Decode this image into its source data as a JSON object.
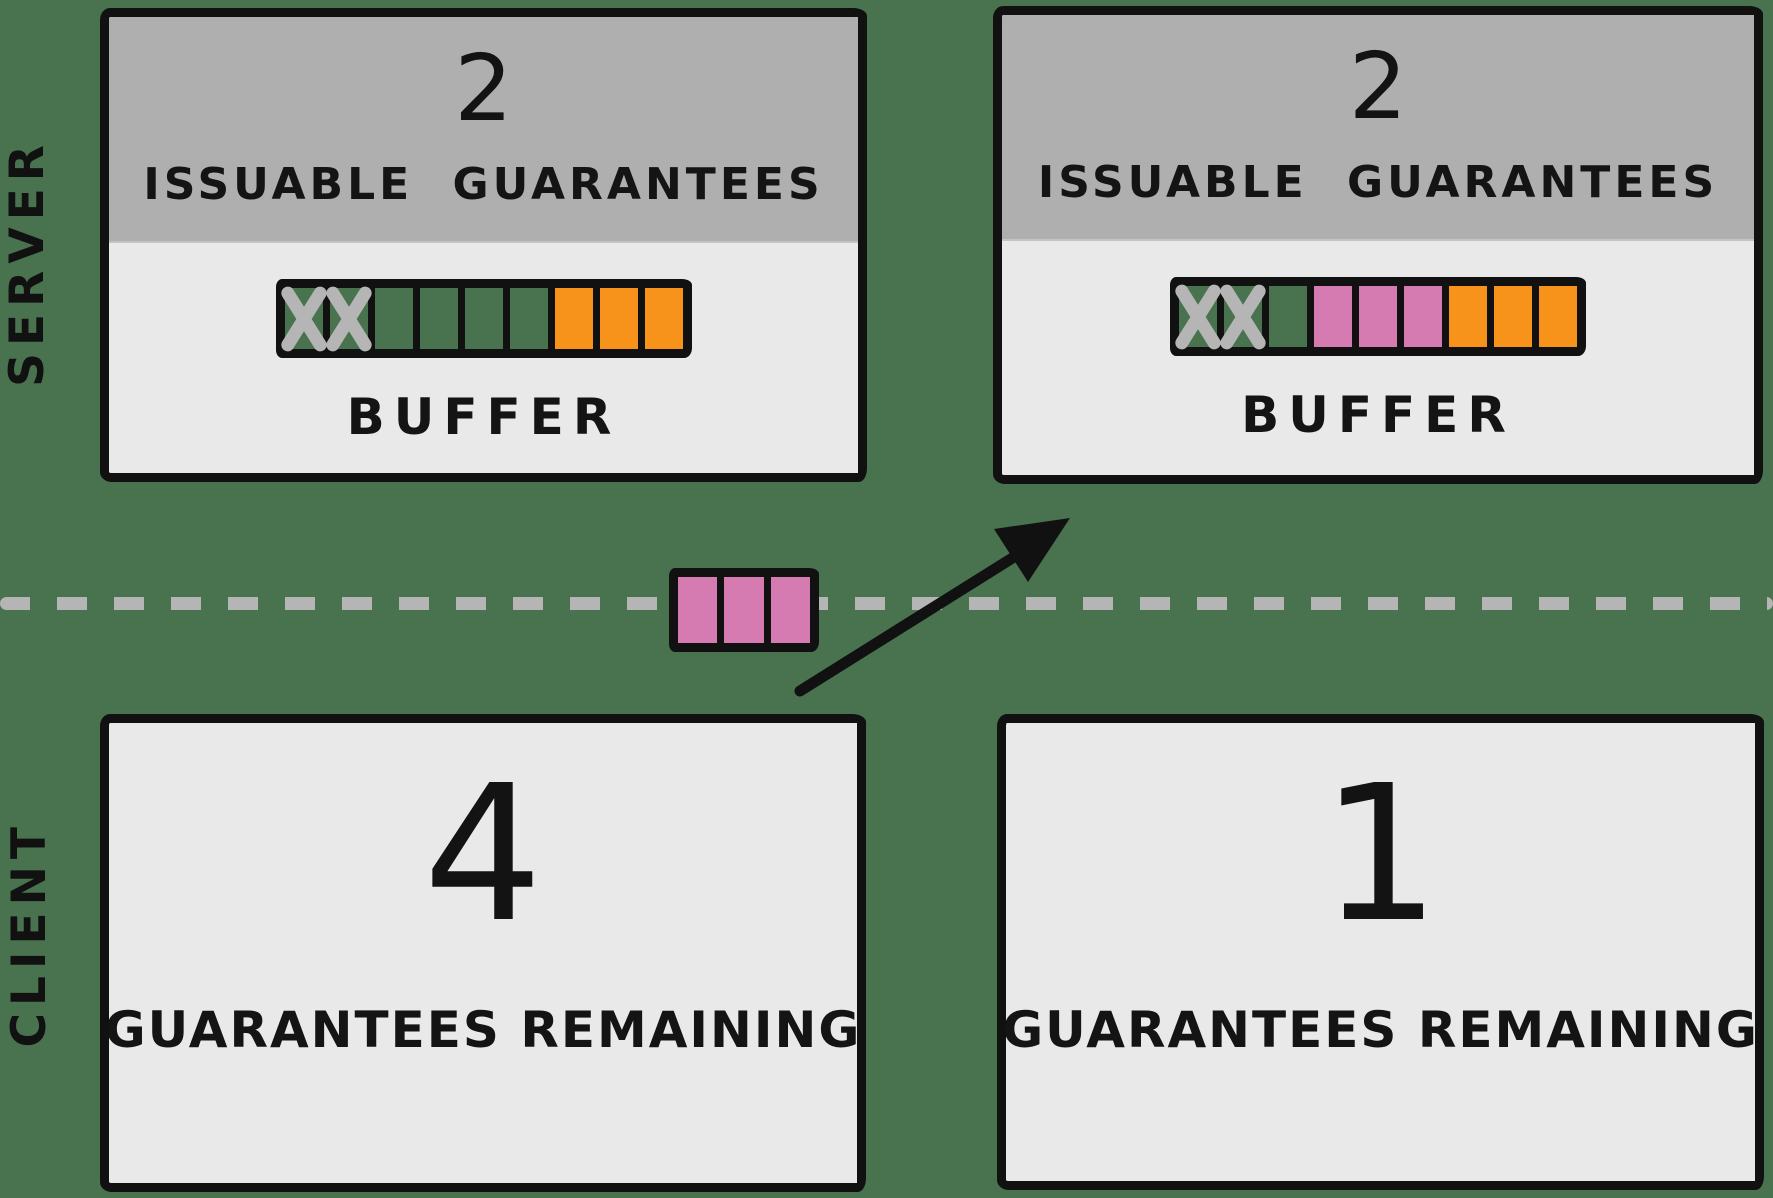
{
  "palette": {
    "background": "#49724F",
    "box_body": "#E9E9E9",
    "box_header": "#AFAFAF",
    "stroke": "#111111",
    "dash_gray": "#B5B5B5",
    "x_mark_gray": "#B5B5B5",
    "cell_orange": "#F7931A",
    "cell_pink": "#D67BB1"
  },
  "lanes": {
    "server_label": "SERVER",
    "client_label": "CLIENT"
  },
  "server_before": {
    "issuable_count": "2",
    "issuable_label": "ISSUABLE GUARANTEES",
    "buffer_label": "BUFFER",
    "buffer_cells": [
      "x",
      "x",
      "empty",
      "empty",
      "empty",
      "empty",
      "orange",
      "orange",
      "orange"
    ]
  },
  "server_after": {
    "issuable_count": "2",
    "issuable_label": "ISSUABLE GUARANTEES",
    "buffer_label": "BUFFER",
    "buffer_cells": [
      "x",
      "x",
      "empty",
      "pink",
      "pink",
      "pink",
      "orange",
      "orange",
      "orange"
    ]
  },
  "client_before": {
    "remaining_count": "4",
    "remaining_label": "GUARANTEES REMAINING"
  },
  "client_after": {
    "remaining_count": "1",
    "remaining_label": "GUARANTEES REMAINING"
  },
  "message": {
    "cells": [
      "pink",
      "pink",
      "pink"
    ]
  }
}
